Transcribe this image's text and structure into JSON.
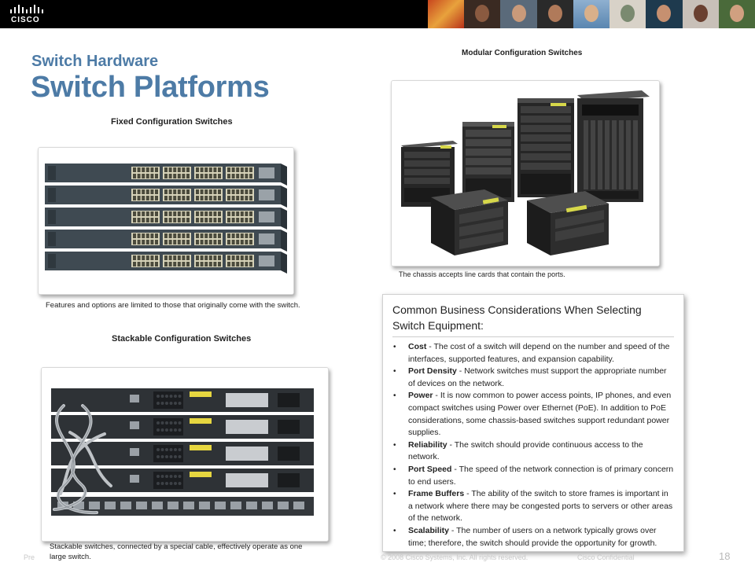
{
  "brand": {
    "name": "CISCO"
  },
  "header": {
    "section_title": "Switch Hardware",
    "page_title": "Switch Platforms"
  },
  "fixed": {
    "heading": "Fixed Configuration Switches",
    "caption": "Features and options are limited to those that originally come with the switch."
  },
  "modular": {
    "heading": "Modular Configuration Switches",
    "caption": "The chassis accepts line cards that contain the ports."
  },
  "stackable": {
    "heading": "Stackable Configuration Switches",
    "caption": "Stackable switches, connected by a special cable, effectively operate as one large switch."
  },
  "considerations": {
    "title": "Common Business Considerations When Selecting Switch Equipment:",
    "items": [
      {
        "term": "Cost",
        "text": " - The cost of a switch will depend on the number and speed of the interfaces, supported features, and expansion capability."
      },
      {
        "term": "Port Density",
        "text": " - Network switches must support the appropriate number of devices on the network."
      },
      {
        "term": "Power",
        "text": " - It is now common to power access points, IP phones, and even compact switches using Power over Ethernet (PoE). In addition to PoE considerations, some chassis-based switches support redundant power supplies."
      },
      {
        "term": "Reliability",
        "text": " - The switch should provide continuous access to the network."
      },
      {
        "term": "Port Speed",
        "text": " - The speed of the network connection is of primary concern to end users."
      },
      {
        "term": "Frame Buffers",
        "text": " - The ability of the switch to store frames is important in a network where there may be congested ports to servers or other areas of the network."
      },
      {
        "term": "Scalability",
        "text": " - The number of users on a network typically grows over time; therefore, the switch should provide the opportunity for growth."
      }
    ]
  },
  "footer": {
    "left": "Pre",
    "middle": "© 2008 Cisco Systems, Inc. All rights reserved.",
    "right": "Cisco Confidential",
    "page_number": "18"
  }
}
